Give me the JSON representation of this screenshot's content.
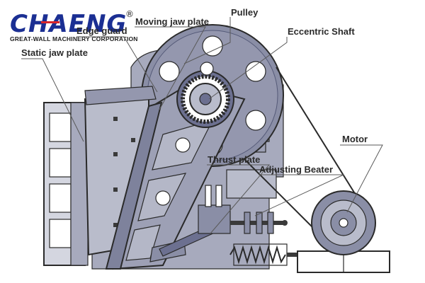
{
  "logo": {
    "name": "CHAENG",
    "registered": "®",
    "tagline": "GREAT-WALL MACHINERY CORPORATION"
  },
  "labels": {
    "edge_guard": "Edge guard",
    "moving_jaw_plate": "Moving jaw plate",
    "pulley": "Pulley",
    "static_jaw_plate": "Static jaw plate",
    "eccentric_shaft": "Eccentric Shaft",
    "motor": "Motor",
    "thrust_plate": "Thrust plate",
    "adjusting_beater": "Adjusting Beater"
  },
  "colors": {
    "brand_blue": "#1b2f93",
    "brand_red": "#d8262a",
    "part_fill": "#8a8ea6",
    "part_light": "#b9bccb",
    "part_dark": "#6c7090",
    "line": "#2a2a2a"
  }
}
